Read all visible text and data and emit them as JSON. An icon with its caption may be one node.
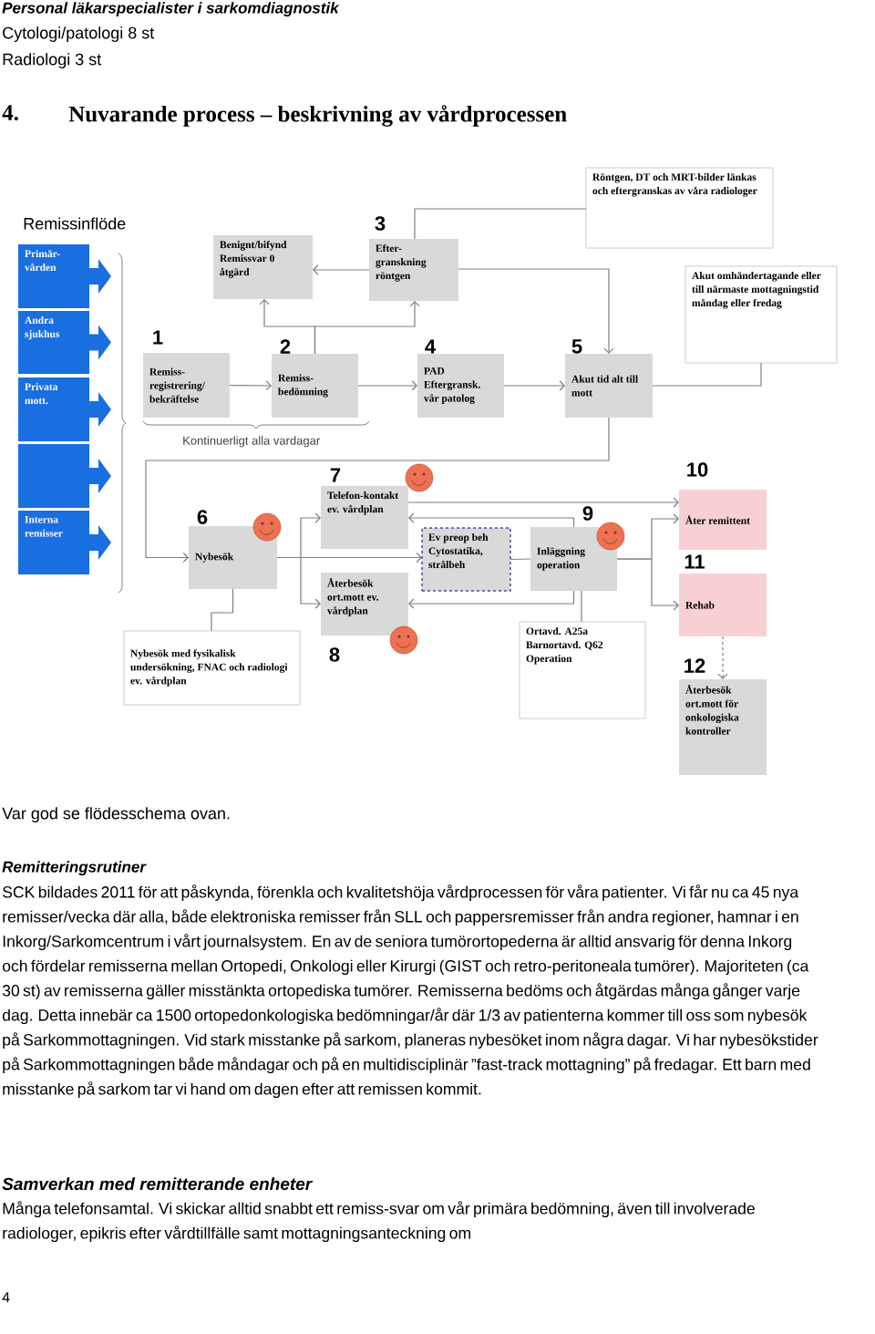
{
  "diagram": {
    "title": "Remissinflöde",
    "nodes": [
      {
        "text": [
          "Primär-vården"
        ]
      },
      {
        "text": [
          "Andra sjukhus"
        ]
      },
      {
        "text": [
          "Privata mott."
        ]
      },
      {
        "text": [],
        "shape": "box"
      },
      {
        "text": [
          "Interna remisser"
        ]
      },
      {
        "text": [
          "Benignt/bifynd Remissvar 0 åtgärd"
        ]
      },
      {
        "text": [
          "Efter-granskning röntgen"
        ],
        "beside": [
          "3"
        ]
      },
      {
        "text": [
          "Remiss-registrering/ bekräftelse"
        ],
        "beside": [
          "1"
        ]
      },
      {
        "text": [
          "Remiss-bedömning"
        ],
        "beside": [
          "2"
        ]
      },
      {
        "text": [
          "PAD Eftergransk. vår patolog"
        ],
        "beside": [
          "4"
        ]
      },
      {
        "text": [
          "Akut tid alt till mott"
        ],
        "beside": [
          "5"
        ]
      },
      {
        "text": [
          "Röntgen, DT och MRT-bilder länkas och eftergranskas av våra radiologer"
        ]
      },
      {
        "text": [
          "Akut omhändertagande eller till närmaste mottagningstid måndag eller fredag"
        ]
      },
      {
        "text": [
          "Nybesök"
        ],
        "beside": [
          "6"
        ]
      },
      {
        "text": [
          "Telefon-kontakt ev. vårdplan"
        ],
        "beside": [
          "7"
        ]
      },
      {
        "text": [
          "Återbesök ort.mott ev. vårdplan"
        ],
        "beside": [
          "8"
        ]
      },
      {
        "text": [
          "Ev preop beh Cytostatika, strålbeh"
        ]
      },
      {
        "text": [
          "Inläggning operation"
        ],
        "beside": [
          "9"
        ]
      },
      {
        "text": [
          "Nybesök med fysikalisk undersökning, FNAC och radiologi ev. vårdplan"
        ]
      },
      {
        "text": [
          "Ortavd. A25a Barnortavd. Q62 Operation"
        ]
      },
      {
        "text": [
          "Åter remittent"
        ],
        "beside": [
          "10"
        ]
      },
      {
        "text": [
          "Rehab"
        ],
        "beside": [
          "11"
        ]
      },
      {
        "text": [
          "Återbesök ort.mott för onkologiska kontroller"
        ],
        "beside": [
          "12"
        ]
      }
    ],
    "edges": [
      {
        "from": 7,
        "to": 8,
        "arrow": "to"
      },
      {
        "from": 8,
        "to": 5,
        "arrow": "to"
      },
      {
        "from": 8,
        "to": 6,
        "arrow": "to"
      },
      {
        "from": 6,
        "to": 5,
        "arrow": "to"
      },
      {
        "from": 6,
        "to": 11,
        "arrow": "none"
      },
      {
        "from": 6,
        "to": 10,
        "arrow": "to"
      },
      {
        "from": 8,
        "to": 9,
        "arrow": "to"
      },
      {
        "from": 9,
        "to": 10,
        "arrow": "to"
      },
      {
        "from": 10,
        "to": 12,
        "arrow": "none"
      },
      {
        "from": 10,
        "to": 13,
        "arrow": "to"
      },
      {
        "from": 13,
        "to": 14,
        "arrow": "to"
      },
      {
        "from": 13,
        "to": 15,
        "arrow": "to"
      },
      {
        "from": 13,
        "to": 16,
        "arrow": "to"
      },
      {
        "from": 13,
        "to": 18,
        "arrow": "none"
      },
      {
        "from": 14,
        "to": 20,
        "arrow": "to"
      },
      {
        "from": 17,
        "to": 14,
        "arrow": "to"
      },
      {
        "from": 16,
        "to": 17,
        "arrow": "none"
      },
      {
        "from": 17,
        "to": 15,
        "arrow": "to"
      },
      {
        "from": 17,
        "to": 19,
        "arrow": "none"
      },
      {
        "from": 17,
        "to": 20,
        "arrow": "to"
      },
      {
        "from": 17,
        "to": 21,
        "arrow": "to"
      },
      {
        "from": 21,
        "to": 22,
        "arrow": "to",
        "style": "dashed"
      }
    ],
    "labels": [
      "Personal läkarspecialister i sarkomdiagnostik",
      "Cytologi/patologi 8 st",
      "Radiologi 3 st",
      "4.",
      "Nuvarande process – beskrivning av vårdprocessen",
      "Kontinuerligt alla vardagar",
      "Var god se flödesschema ovan.",
      "Remitteringsrutiner",
      "SCK bildades 2011 för att påskynda, förenkla och kvalitetshöja vårdprocessen för våra patienter. Vi får nu ca 45 nya remisser/vecka där alla, både elektroniska remisser från SLL och pappersremisser från andra regioner, hamnar i en Inkorg/Sarkomcentrum i vårt journalsystem. En av de seniora tumörortopederna är alltid ansvarig för denna Inkorg och fördelar remisserna mellan Ortopedi, Onkologi eller Kirurgi (GIST och retro-peritoneala tumörer). Majoriteten (ca 30 st) av remisserna gäller misstänkta ortopediska tumörer. Remisserna bedöms och åtgärdas många gånger varje dag. Detta innebär ca 1500 ortopedonkologiska bedömningar/år där 1/3 av patienterna kommer till oss som nybesök på Sarkommottagningen. Vid stark misstanke på sarkom, planeras nybesöket inom några dagar. Vi har nybesökstider på Sarkommottagningen både måndagar och på en multidisciplinär ”fast-track mottagning” på fredagar. Ett barn med misstanke på sarkom tar vi hand om dagen efter att remissen kommit.",
      "Samverkan med remitterande enheter",
      "Många telefonsamtal. Vi skickar alltid snabbt ett remiss-svar om vår primära bedömning, även till involverade radiologer, epikris efter vårdtillfälle samt mottagningsanteckning om",
      "4"
    ]
  }
}
